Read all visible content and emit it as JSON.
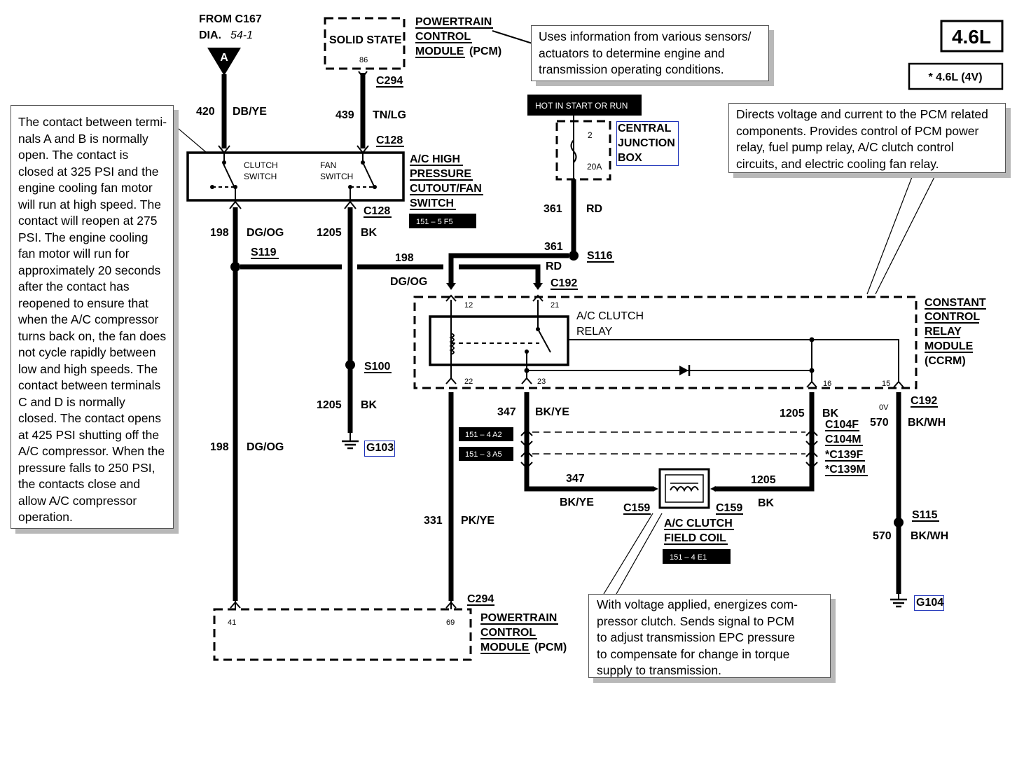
{
  "engine_badge": "4.6L",
  "engine_variant": "* 4.6L (4V)",
  "hot_label": "HOT IN START OR RUN",
  "from_connector": {
    "line1": "FROM C167",
    "line2": "DIA.",
    "page": "54-1",
    "letter": "A"
  },
  "pcm_top": {
    "box_label": "SOLID STATE",
    "pin": "86",
    "title": [
      "POWERTRAIN",
      "CONTROL",
      "MODULE"
    ],
    "suffix": "(PCM)"
  },
  "pcm_bottom": {
    "pins": [
      "41",
      "69"
    ],
    "title": [
      "POWERTRAIN",
      "CONTROL",
      "MODULE"
    ],
    "suffix": "(PCM)"
  },
  "cjb": {
    "title": [
      "CENTRAL",
      "JUNCTION",
      "BOX"
    ],
    "fuse_pin": "2",
    "fuse_rating": "20A"
  },
  "switch_block": {
    "clutch": [
      "CLUTCH",
      "SWITCH"
    ],
    "fan": [
      "FAN",
      "SWITCH"
    ],
    "title": [
      "A/C HIGH",
      "PRESSURE",
      "CUTOUT/FAN",
      "SWITCH"
    ],
    "ref": "151 – 5 F5"
  },
  "ccrm": {
    "title": [
      "CONSTANT",
      "CONTROL",
      "RELAY",
      "MODULE",
      "(CCRM)"
    ],
    "relay": [
      "A/C CLUTCH",
      "RELAY"
    ],
    "pins": [
      "12",
      "21",
      "22",
      "23",
      "16",
      "15"
    ]
  },
  "field_coil": {
    "title": [
      "A/C CLUTCH",
      "FIELD COIL"
    ],
    "ref": "151 – 4 E1"
  },
  "refs": [
    "151 – 4 A2",
    "151 – 3 A5"
  ],
  "connectors": [
    "C294",
    "C128",
    "C128",
    "C192",
    "C192",
    "C104F",
    "C104M",
    "*C139F",
    "*C139M",
    "C159",
    "C159",
    "C294"
  ],
  "splices": [
    "S119",
    "S100",
    "S116",
    "S115"
  ],
  "grounds": [
    "G103",
    "G104"
  ],
  "voltage_note": "0V",
  "wires": [
    {
      "circuit": "420",
      "color": "DB/YE"
    },
    {
      "circuit": "439",
      "color": "TN/LG"
    },
    {
      "circuit": "361",
      "color": "RD"
    },
    {
      "circuit": "198",
      "color": "DG/OG"
    },
    {
      "circuit": "1205",
      "color": "BK"
    },
    {
      "circuit": "347",
      "color": "BK/YE"
    },
    {
      "circuit": "570",
      "color": "BK/WH"
    },
    {
      "circuit": "331",
      "color": "PK/YE"
    }
  ],
  "notes": {
    "switch": [
      "The contact between termi-",
      "nals A and B is normally",
      "open. The contact is",
      "closed at 325 PSI and the",
      "engine cooling fan motor",
      "will run at high speed. The",
      "contact will reopen at 275",
      "PSI. The engine cooling",
      "fan motor will run for",
      "approximately 20 seconds",
      "after the contact has",
      "reopened to ensure that",
      "when the A/C compressor",
      "turns back on, the fan does",
      "not cycle rapidly between",
      "low and high speeds. The",
      "contact between terminals",
      "C and D is normally",
      "closed. The contact opens",
      "at 425 PSI shutting off the",
      "A/C compressor. When the",
      "pressure falls to 250 PSI,",
      "the contacts close and",
      "allow A/C compressor",
      "operation."
    ],
    "pcm": [
      "Uses information from various sensors/",
      "actuators to determine engine and",
      "transmission operating conditions."
    ],
    "ccrm": [
      "Directs voltage and current to the PCM related",
      "components. Provides control of PCM power",
      "relay, fuel pump relay, A/C clutch control",
      "circuits, and electric cooling fan relay."
    ],
    "coil": [
      "With voltage applied, energizes com-",
      "pressor clutch.  Sends signal to PCM",
      "to adjust transmission EPC pressure",
      "to compensate for change in torque",
      "supply to transmission."
    ]
  }
}
